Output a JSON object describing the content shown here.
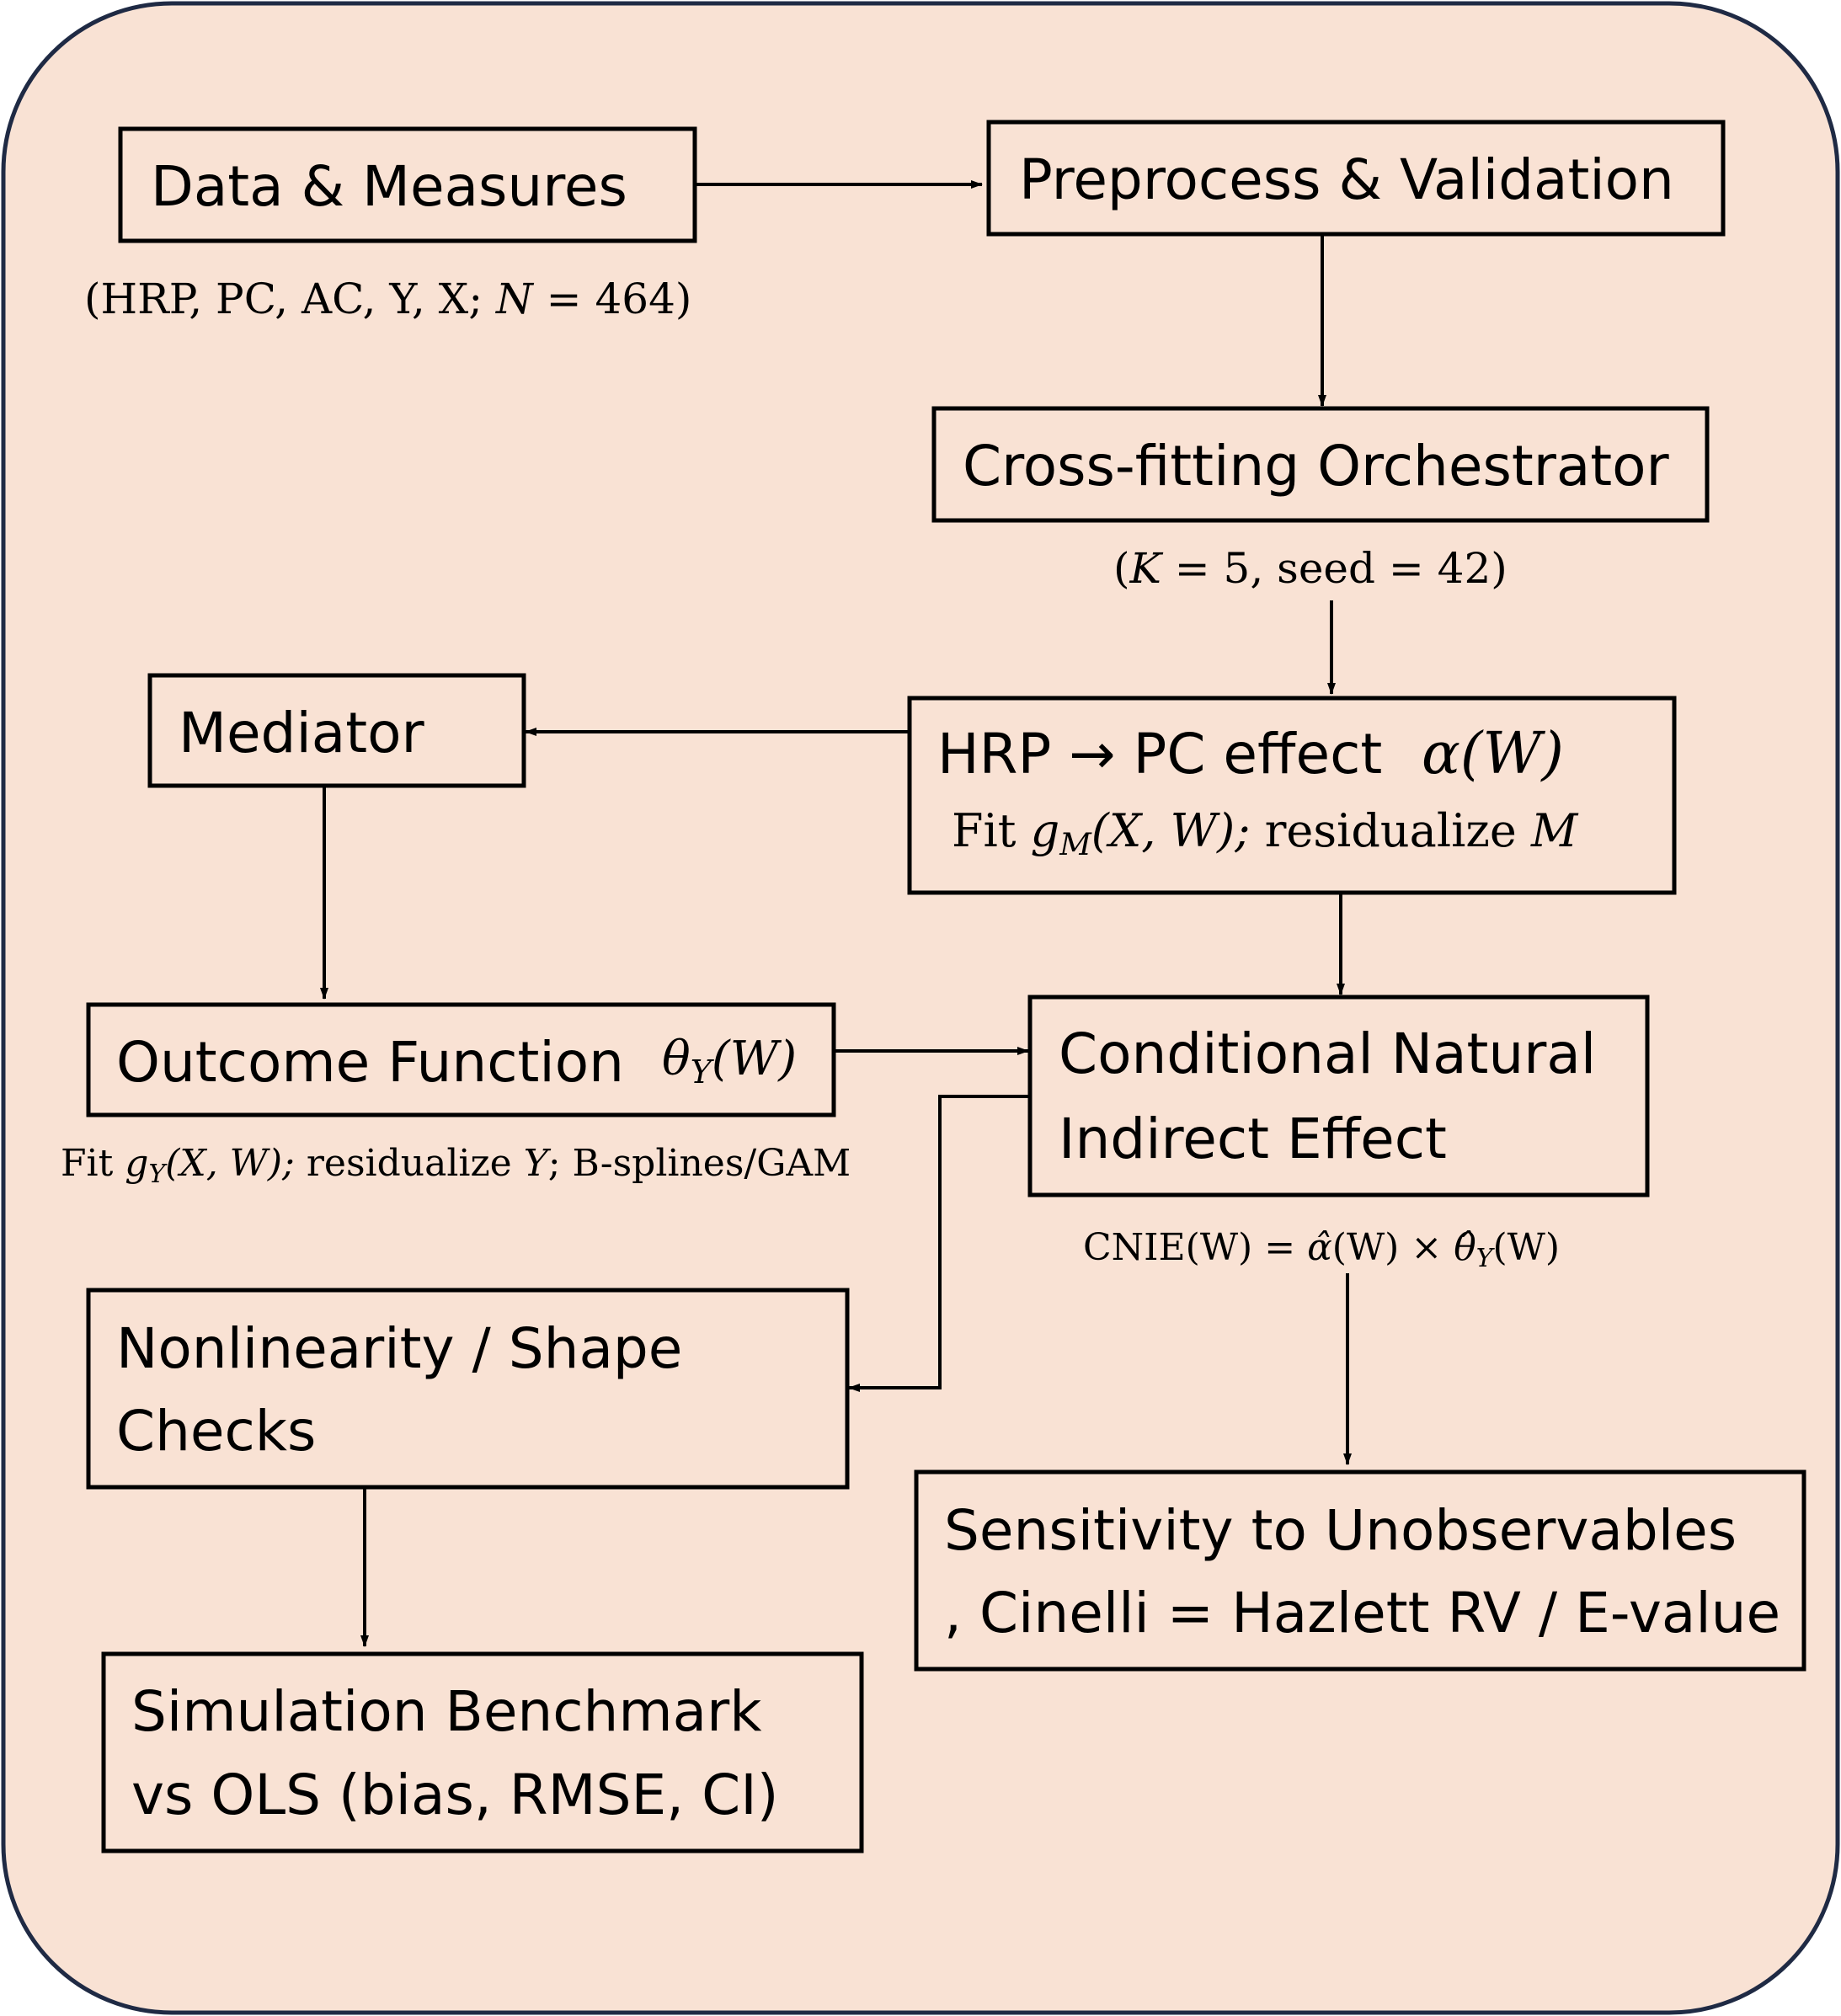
{
  "colors": {
    "background": "#f9e2d4",
    "border": "#1f2a44",
    "stroke": "#000000"
  },
  "nodes": {
    "data_measures": {
      "label": "Data & Measures"
    },
    "data_measures_note": {
      "paren_open": "(HRP, PC, AC, Y, X; ",
      "n": "N",
      "eq": " = 464)"
    },
    "preprocess": {
      "label": "Preprocess & Validation"
    },
    "crossfit": {
      "label": "Cross-fitting Orchestrator"
    },
    "crossfit_note": {
      "open": "(",
      "k": "K",
      "rest": " = 5, seed = 42)"
    },
    "mediator": {
      "label": "Mediator"
    },
    "hrp_pc": {
      "label": "HRP → PC effect",
      "math_alpha": "α",
      "math_arg": "(W)",
      "fit": "Fit ",
      "g": "g",
      "g_sub": "M",
      "args": "(X, W);",
      "resid": " residualize ",
      "resid_var": "M"
    },
    "outcome": {
      "label": "Outcome Function",
      "theta": "θ",
      "theta_sub": "Y",
      "arg": "(W)"
    },
    "outcome_note": {
      "fit": "Fit ",
      "g": "g",
      "g_sub": "Y",
      "args": "(X, W);",
      "resid": " residualize ",
      "resid_var": "Y",
      "tail": "; B-splines/GAM"
    },
    "cnie": {
      "line1": "Conditional Natural",
      "line2": "Indirect Effect"
    },
    "cnie_note": {
      "lhs": "CNIE(W) = ",
      "alpha_hat": "α̂",
      "mid": "(W) × ",
      "theta_hat": "θ̂",
      "theta_sub": "Y",
      "rhs": "(W)"
    },
    "nonlinearity": {
      "line1": "Nonlinearity / Shape",
      "line2": "Checks"
    },
    "sensitivity": {
      "line1": "Sensitivity to Unobservables",
      "line2": ", Cinelli = Hazlett RV / E-value"
    },
    "simulation": {
      "line1": "Simulation Benchmark",
      "line2": "vs OLS (bias, RMSE, CI)"
    }
  },
  "edges": [
    {
      "from": "data_measures",
      "to": "preprocess"
    },
    {
      "from": "preprocess",
      "to": "crossfit"
    },
    {
      "from": "crossfit",
      "to": "hrp_pc"
    },
    {
      "from": "hrp_pc",
      "to": "mediator"
    },
    {
      "from": "hrp_pc",
      "to": "cnie"
    },
    {
      "from": "mediator",
      "to": "outcome"
    },
    {
      "from": "outcome",
      "to": "cnie"
    },
    {
      "from": "cnie",
      "to": "nonlinearity"
    },
    {
      "from": "cnie",
      "to": "sensitivity"
    },
    {
      "from": "nonlinearity",
      "to": "simulation"
    }
  ]
}
